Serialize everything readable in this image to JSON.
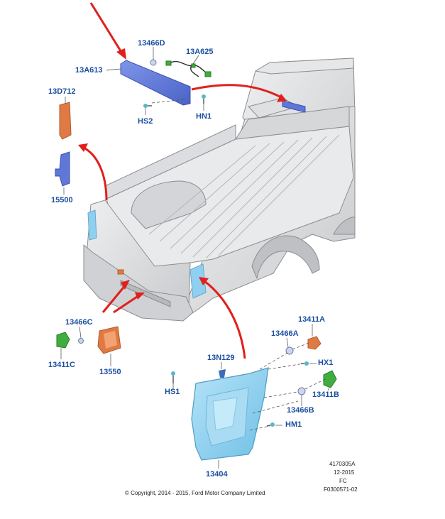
{
  "parts": {
    "p13466D": "13466D",
    "p13A625": "13A625",
    "p13A613": "13A613",
    "p13D712": "13D712",
    "pHS2": "HS2",
    "pHN1": "HN1",
    "p15500": "15500",
    "p13466C": "13466C",
    "p13411C": "13411C",
    "p13550": "13550",
    "p13411A": "13411A",
    "p13466A": "13466A",
    "pHX1": "HX1",
    "p13N129": "13N129",
    "pHS1": "HS1",
    "p13411B": "13411B",
    "p13466B": "13466B",
    "pHM1": "HM1",
    "p13404": "13404"
  },
  "meta": {
    "code": "4170305A",
    "date": "12-2015",
    "fc": "FC",
    "ref": "F0300571-02"
  },
  "copyright": "© Copyright, 2014 - 2015, Ford Motor Company Limited",
  "colors": {
    "callout_blue": "#1b4fa0",
    "arrow_red": "#e0201c",
    "lamp_blue": "#5f78d8",
    "lamp_orange": "#e07a45",
    "lamp_green": "#3fae3f",
    "tail_blue": "#8fd0f0",
    "body_gray": "#d9dadc"
  }
}
